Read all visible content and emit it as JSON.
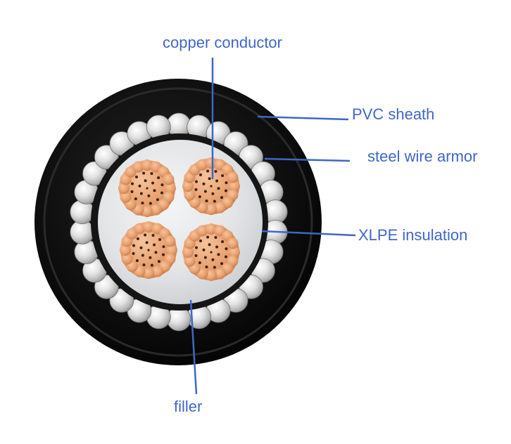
{
  "labels": {
    "copper_conductor": "copper conductor",
    "pvc_sheath": "PVC sheath",
    "steel_wire_armor": "steel wire armor",
    "xlpe_insulation": "XLPE insulation",
    "filler": "filler"
  },
  "colors": {
    "label_text": "#3f67c8",
    "leader_line": "#3f67c8",
    "outer_sheath": "#0d0d0d",
    "armor_wire": "#d9d9d9",
    "filler": "#e4e6e8",
    "copper": "#e8a170",
    "copper_gap": "#3a2418"
  },
  "cable": {
    "armor_wire_count": 30,
    "conductor_count": 4
  }
}
